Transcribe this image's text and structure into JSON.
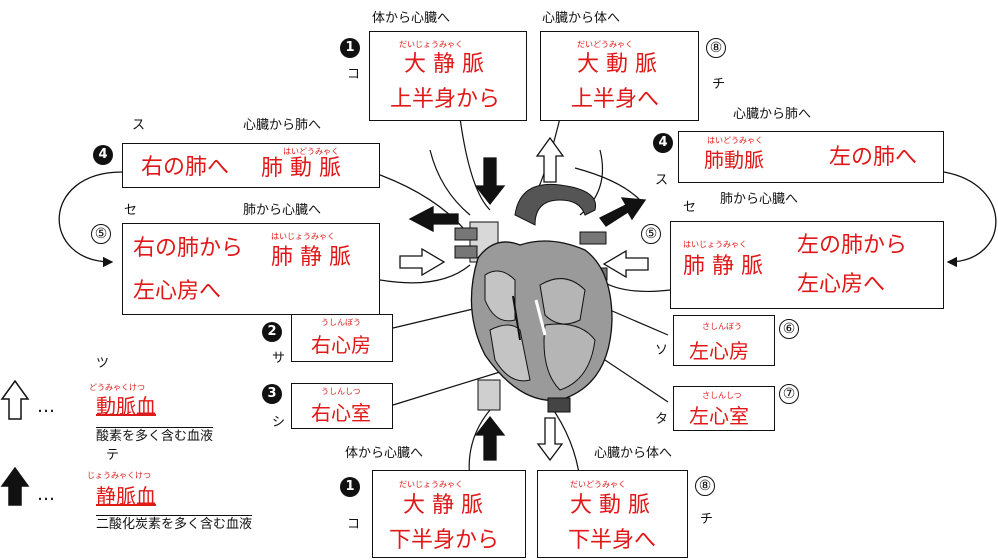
{
  "direction_labels": {
    "body_to_heart": "体から心臓へ",
    "heart_to_body": "心臓から体へ",
    "heart_to_lung": "心臓から肺へ",
    "lung_to_heart": "肺から心臓へ"
  },
  "markers": {
    "one": "1",
    "four": "4",
    "two": "2",
    "three": "3",
    "five": "⑤",
    "six": "⑥",
    "seven": "⑦",
    "eight": "⑧"
  },
  "kana": {
    "ko": "コ",
    "chi": "チ",
    "su": "ス",
    "se": "セ",
    "sa": "サ",
    "shi": "シ",
    "so": "ソ",
    "ta": "タ",
    "tsu": "ツ",
    "te": "テ"
  },
  "boxes": {
    "vena_cava_upper": {
      "ruby": "だいじょうみゃく",
      "name": "大 静 脈",
      "sub": "上半身から"
    },
    "aorta_upper": {
      "ruby": "だいどうみゃく",
      "name": "大 動 脈",
      "sub": "上半身へ"
    },
    "pulm_artery_right": {
      "ruby": "はいどうみゃく",
      "dest": "右の肺へ",
      "name": "肺 動 脈"
    },
    "pulm_artery_left": {
      "ruby": "はいどうみゃく",
      "name": "肺動脈",
      "dest": "左の肺へ"
    },
    "pulm_vein_right": {
      "ruby": "はいじょうみゃく",
      "line1": "右の肺から",
      "name": "肺 静 脈",
      "line2": "左心房へ"
    },
    "pulm_vein_left": {
      "ruby": "はいじょうみゃく",
      "name": "肺 静 脈",
      "line1": "左の肺から",
      "line2": "左心房へ"
    },
    "right_atrium": {
      "ruby": "うしんぼう",
      "name": "右心房"
    },
    "right_ventricle": {
      "ruby": "うしんしつ",
      "name": "右心室"
    },
    "left_atrium": {
      "ruby": "さしんぼう",
      "name": "左心房"
    },
    "left_ventricle": {
      "ruby": "さしんしつ",
      "name": "左心室"
    },
    "vena_cava_lower": {
      "ruby": "だいじょうみゃく",
      "name": "大 静 脈",
      "sub": "下半身から"
    },
    "aorta_lower": {
      "ruby": "だいどうみゃく",
      "name": "大 動 脈",
      "sub": "下半身へ"
    }
  },
  "legend": {
    "dots": "…",
    "arterial": {
      "ruby": "どうみゃくけつ",
      "name": "動脈血",
      "desc": "酸素を多く含む血液"
    },
    "venous": {
      "ruby": "じょうみゃくけつ",
      "name": "静脈血",
      "desc": "二酸化炭素を多く含む血液"
    }
  },
  "colors": {
    "label_red": "#e01818",
    "ink": "#111111",
    "heart_gray": "#9a9a9a"
  }
}
